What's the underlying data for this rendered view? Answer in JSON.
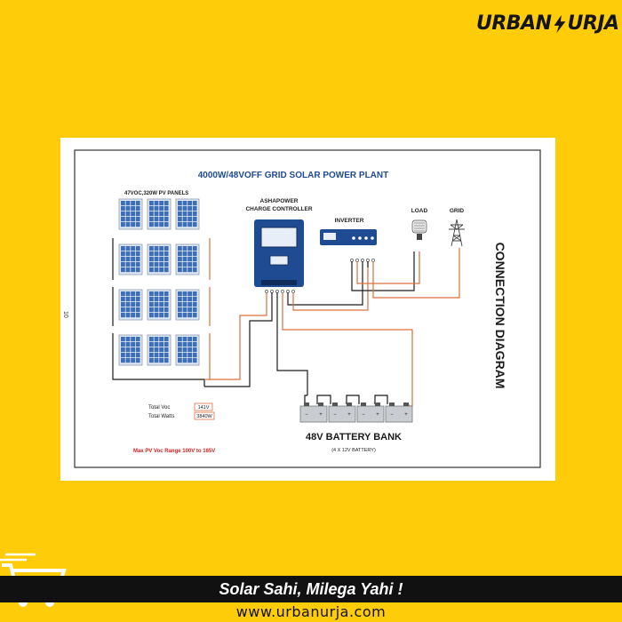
{
  "brand": {
    "left": "URBAN",
    "right": "URJA"
  },
  "diagram": {
    "title": "4000W/48VOFF GRID SOLAR POWER PLANT",
    "side_title": "CONNECTION DIAGRAM",
    "page_marker": "10",
    "panels_label": "47VOC,320W PV PANELS",
    "controller_label_1": "ASHAPOWER",
    "controller_label_2": "CHARGE CONTROLLER",
    "inverter_label": "INVERTER",
    "load_label": "LOAD",
    "grid_label": "GRID",
    "total_voc_label": "Total Voc",
    "total_voc_value": "141V",
    "total_watts_label": "Total Watts",
    "total_watts_value": "3840W",
    "pv_range_note": "Max PV Voc Range 100V to 165V",
    "battery_bank_label": "48V BATTERY BANK",
    "battery_bank_sub": "(4 X 12V BATTERY)",
    "battery_terminal_neg": "−",
    "battery_terminal_pos": "+"
  },
  "tagline": "Solar Sahi, Milega Yahi !",
  "website": "www.urbanurja.com",
  "colors": {
    "background": "#ffcc0a",
    "panel_blue": "#3d6fb6",
    "controller_blue": "#1f4b93",
    "wire_positive": "#d9703a",
    "wire_negative": "#1a1a1a",
    "title_blue": "#1f4b93",
    "note_red": "#d42020"
  },
  "icons": [
    "shopping-cart-icon",
    "lightning-bolt-icon",
    "light-bulb-icon",
    "transmission-tower-icon"
  ]
}
